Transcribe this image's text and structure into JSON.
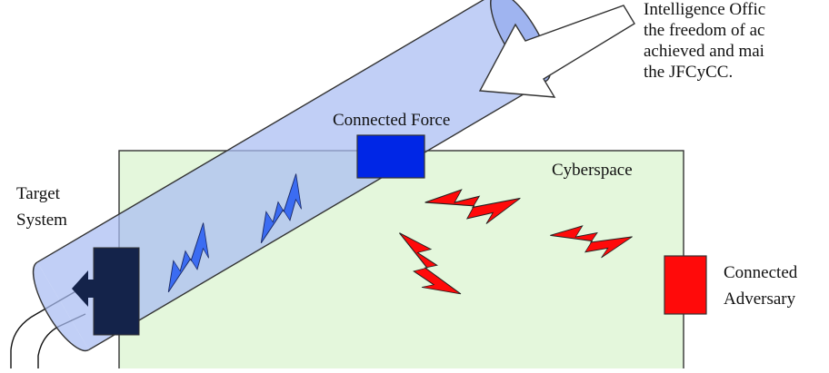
{
  "labels": {
    "intel_line1": "Intelligence Offic",
    "intel_line2": "the freedom of ac",
    "intel_line3": "achieved and mai",
    "intel_line4": "the JFCyCC.",
    "connected_force": "Connected Force",
    "cyberspace": "Cyberspace",
    "target_line1": "Target",
    "target_line2": "System",
    "adversary_line1": "Connected",
    "adversary_line2": "Adversary"
  },
  "colors": {
    "cyberspace_fill": "#e4f7dc",
    "pipe_fill": "#a9bdf2",
    "connected_force": "#0026e6",
    "target_system": "#14234a",
    "friendly_lightning": "#3b6cf2",
    "adversary_lightning": "#ff0a0a",
    "connected_adversary": "#ff0a0a"
  },
  "icons": {
    "friendly_bolt": "lightning-bolt-icon",
    "adversary_bolt": "lightning-bolt-icon",
    "arrow": "arrow-icon"
  }
}
